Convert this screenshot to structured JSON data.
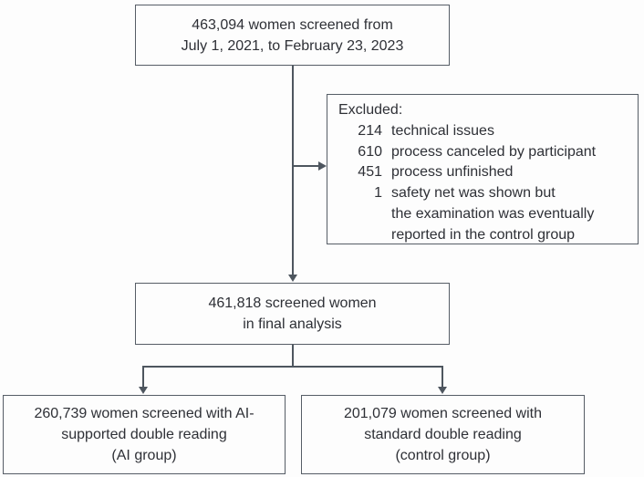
{
  "flow": {
    "screened": {
      "lines": [
        "463,094 women screened from",
        "July 1, 2021, to February 23, 2023"
      ]
    },
    "excluded": {
      "heading": "Excluded:",
      "items": [
        {
          "count": "214",
          "reason": "technical issues"
        },
        {
          "count": "610",
          "reason": "process canceled by participant"
        },
        {
          "count": "451",
          "reason": "process unfinished"
        },
        {
          "count": "1",
          "reason": "safety net was shown but\nthe examination was eventually\nreported in the control group"
        }
      ]
    },
    "final": {
      "lines": [
        "461,818 screened women",
        "in final analysis"
      ]
    },
    "ai_group": {
      "lines": [
        "260,739 women screened with AI-",
        "supported double reading",
        "(AI group)"
      ]
    },
    "control_group": {
      "lines": [
        "201,079 women screened with",
        "standard double reading",
        "(control group)"
      ]
    },
    "colors": {
      "line": "#4e565f",
      "border": "#565d66",
      "text": "#2e3036",
      "background": "#fdfdfd"
    }
  }
}
